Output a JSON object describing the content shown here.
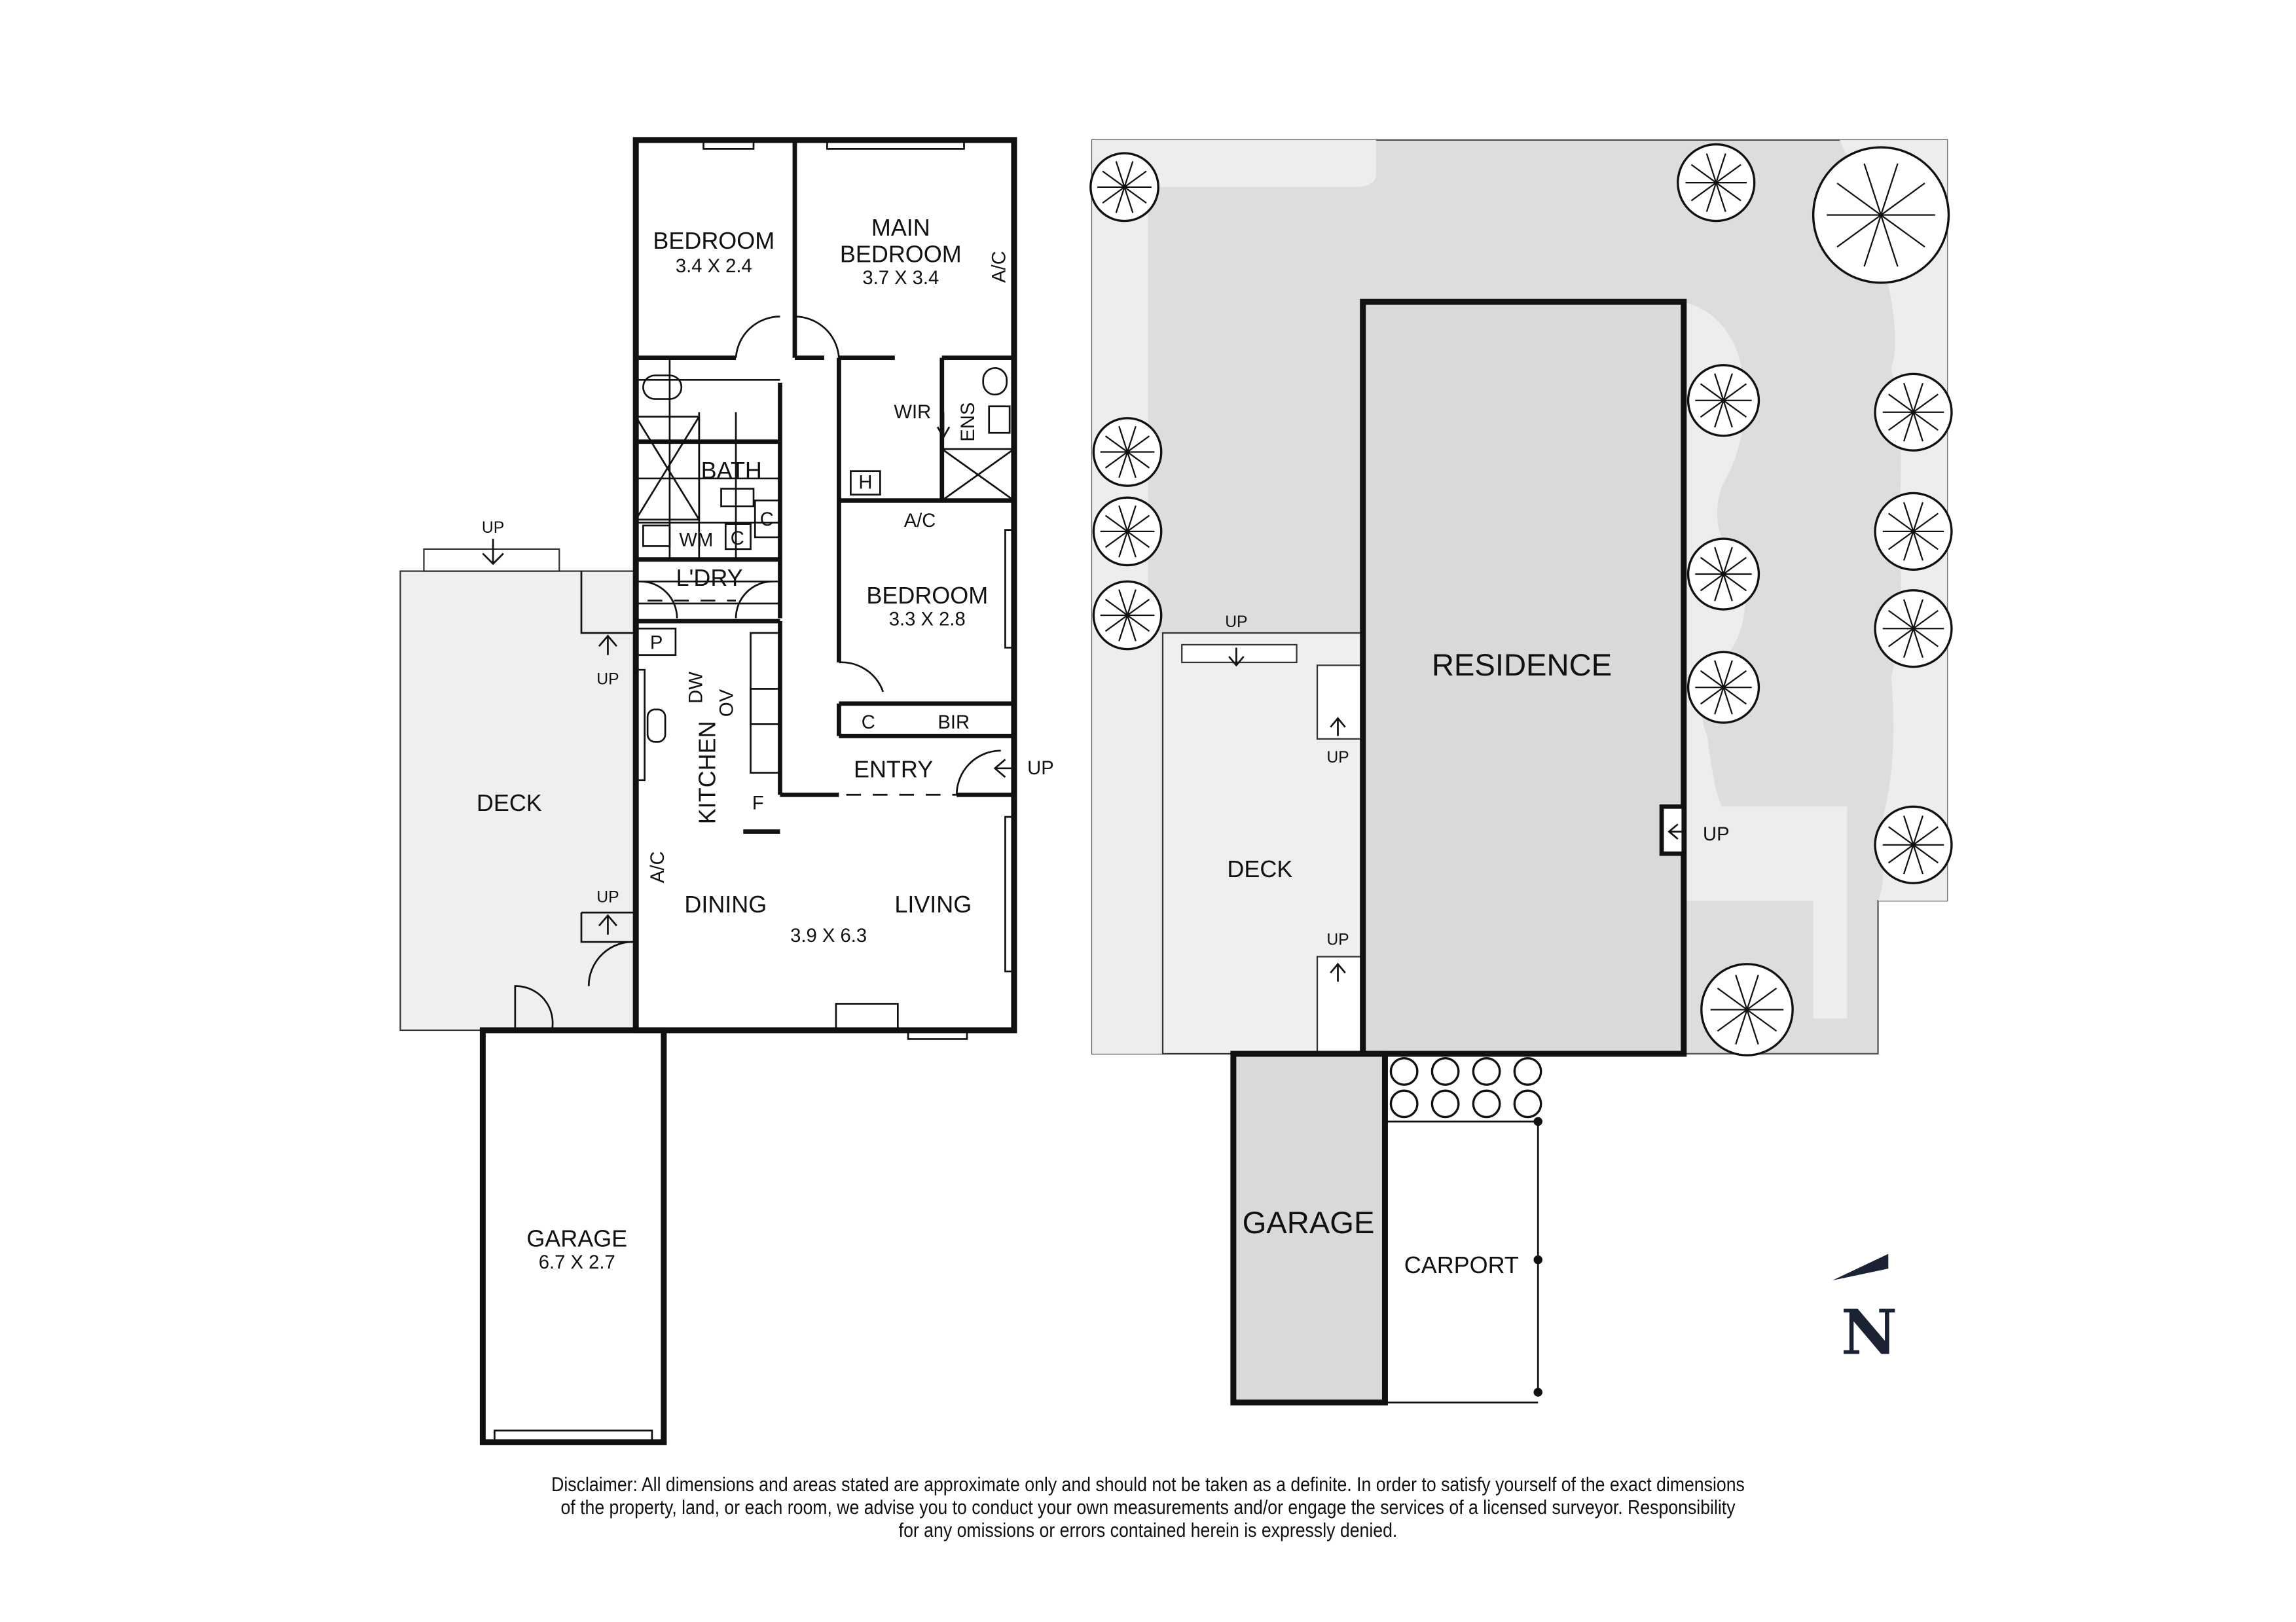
{
  "floor_plan": {
    "rooms": {
      "bedroom1": {
        "name": "BEDROOM",
        "dims": "3.4 X 2.4"
      },
      "main_bedroom": {
        "name_line1": "MAIN",
        "name_line2": "BEDROOM",
        "dims": "3.7 X 3.4"
      },
      "bedroom3": {
        "name": "BEDROOM",
        "dims": "3.3 X 2.8"
      },
      "bath": "BATH",
      "laundry": "L'DRY",
      "wir": "WIR",
      "ens": "ENS",
      "kitchen": "KITCHEN",
      "entry": "ENTRY",
      "dining": "DINING",
      "living": "LIVING",
      "living_dims": "3.9 X 6.3",
      "deck": "DECK",
      "garage": {
        "name": "GARAGE",
        "dims": "6.7 X 2.7"
      }
    },
    "fixtures": {
      "ac": "A/C",
      "wm": "WM",
      "c": "C",
      "h": "H",
      "p": "P",
      "dw": "DW",
      "ov": "OV",
      "f": "F",
      "bir": "BIR"
    },
    "up": "UP"
  },
  "site_plan": {
    "residence": "RESIDENCE",
    "deck": "DECK",
    "garage": "GARAGE",
    "carport": "CARPORT",
    "up": "UP"
  },
  "compass": {
    "label": "N"
  },
  "colors": {
    "garden": "#dcdddf",
    "path": "#eceded",
    "deck": "#efefef",
    "building": "#d9d9d9"
  },
  "disclaimer": {
    "line1": "Disclaimer: All dimensions and areas stated are approximate only and should not be taken as a definite. In order to satisfy yourself of the exact dimensions",
    "line2": "of the property, land, or each room, we advise you to conduct your own measurements and/or engage the services of a licensed surveyor. Responsibility",
    "line3": "for any omissions or errors contained herein is expressly denied."
  }
}
